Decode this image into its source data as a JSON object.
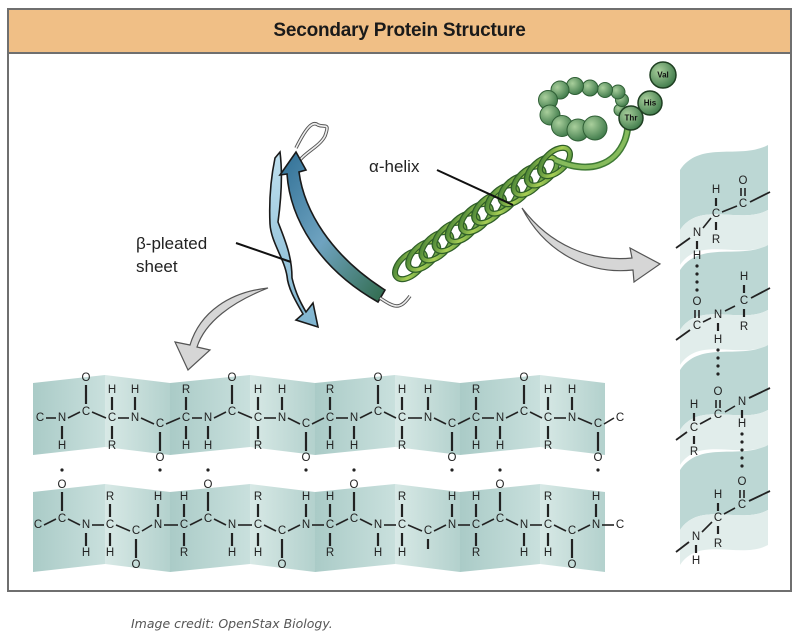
{
  "figure": {
    "title": "Secondary Protein Structure",
    "labels": {
      "alpha_helix": "α-helix",
      "beta_sheet_line1": "β-pleated",
      "beta_sheet_line2": "sheet"
    },
    "amino_acids": [
      "Thr",
      "His",
      "Val"
    ],
    "colors": {
      "header_bg": "#f0bf86",
      "frame_border": "#6f6f6f",
      "helix_green": "#4f8f3f",
      "strand_blue": "#6fa8c8",
      "plane_teal": "#b7d3d0",
      "arrow_gray": "#d4d4d4"
    },
    "beta_sheet": {
      "top_strand": {
        "backbone": [
          "C",
          "N",
          "C",
          "C",
          "N",
          "C",
          "C",
          "N",
          "C",
          "C",
          "N",
          "C",
          "C",
          "N",
          "C",
          "C",
          "N",
          "C",
          "C",
          "N",
          "C",
          "C"
        ],
        "above": [
          "",
          "",
          "O",
          "H",
          "H",
          "",
          "R",
          "",
          "O",
          "H",
          "H",
          "",
          "R",
          "",
          "O",
          "H",
          "H",
          "",
          "R",
          "",
          "O",
          "H",
          "H",
          "",
          ""
        ],
        "below": [
          "",
          "H",
          "",
          "R",
          "",
          "O",
          "H",
          "H",
          "",
          "R",
          "",
          "O",
          "H",
          "H",
          "",
          "R",
          "",
          "O",
          "H",
          "H",
          "",
          "R",
          "",
          "O",
          ""
        ]
      },
      "bottom_strand": {
        "above": [
          "",
          "O",
          "R",
          "H",
          "",
          "H",
          "H",
          "O",
          "R",
          "",
          "H",
          "H",
          "O",
          "R",
          "",
          "H",
          "H",
          "O",
          "R",
          "",
          "H",
          ""
        ],
        "below": [
          "",
          "",
          "H",
          "H",
          "O",
          "",
          "R",
          "",
          "H",
          "H",
          "O",
          "",
          "R",
          "",
          "H",
          "H",
          "",
          "",
          "R",
          "",
          "H",
          "H",
          "O",
          ""
        ]
      }
    },
    "helix_detail": {
      "units": [
        {
          "top": "H",
          "center": "C",
          "left": "N",
          "right": "C",
          "bottom": "R",
          "carbonyl_O": "O",
          "amine_H": "H"
        },
        {
          "top": "H",
          "center": "C",
          "left": "N",
          "right": "C",
          "bottom": "R",
          "carbonyl_O": "O",
          "amine_H": "H"
        },
        {
          "top": "H",
          "center": "C",
          "left": "C",
          "right": "N",
          "bottom": "R",
          "carbonyl_O": "O",
          "amine_H": "H"
        },
        {
          "top": "H",
          "center": "C",
          "left": "N",
          "right": "C",
          "bottom": "R",
          "carbonyl_O": "O",
          "amine_H": "H"
        }
      ]
    }
  },
  "credit": "Image credit: OpenStax Biology."
}
